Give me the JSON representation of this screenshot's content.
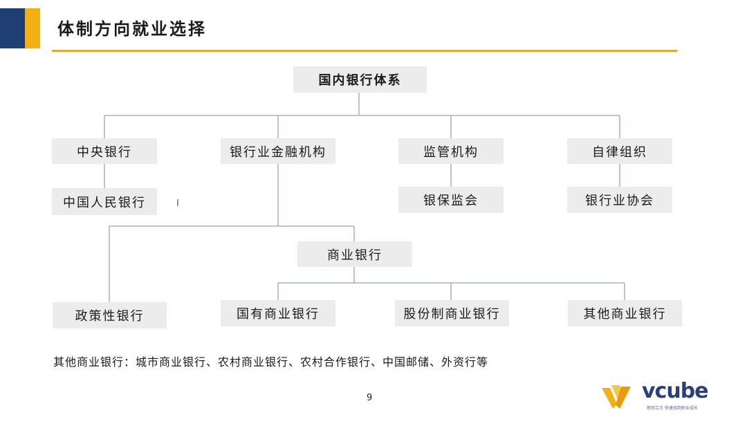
{
  "header": {
    "title": "体制方向就业选择"
  },
  "diagram": {
    "root": "国内银行体系",
    "level1": [
      "中央银行",
      "银行业金融机构",
      "监管机构",
      "自律组织"
    ],
    "level2": {
      "central": "中国人民银行",
      "regulator": "银保监会",
      "self_regulatory": "银行业协会"
    },
    "commercial": "商业银行",
    "policy": "政策性银行",
    "commercial_children": [
      "国有商业银行",
      "股份制商业银行",
      "其他商业银行"
    ]
  },
  "footnote": "其他商业银行：城市商业银行、农村商业银行、农村合作银行、中国邮储、外资行等",
  "page_number": "9",
  "logo": {
    "name": "vcube",
    "tagline": "职场立方 快速找到职业成长",
    "colors": {
      "mark": "#f2b015",
      "text": "#2b3f7a"
    }
  },
  "colors": {
    "accent_dark": "#1f3f72",
    "accent_gold": "#f2b015",
    "rule": "#e7a43a",
    "node_bg": "#ececec",
    "connector": "#8ea3c8"
  },
  "cursor": "I"
}
